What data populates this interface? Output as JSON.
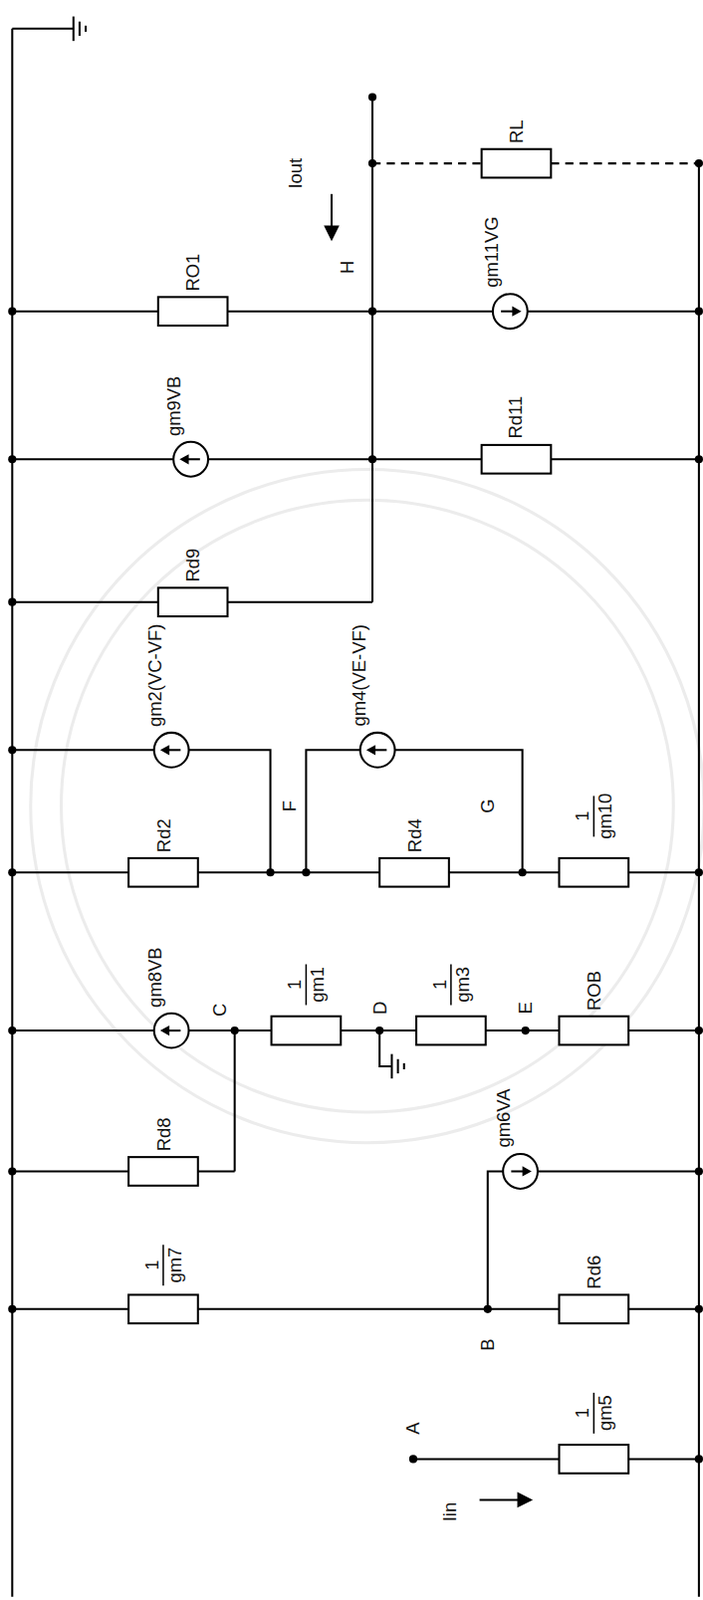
{
  "diagram": {
    "labels": [
      "Iout",
      "H",
      "RL",
      "RO1",
      "gm11VG",
      "gm9VB",
      "Rd11",
      "Rd9",
      "gm2(VC-VF)",
      "gm4(VE-VF)",
      "F",
      "Rd2",
      "Rd4",
      "G",
      "1",
      "gm10",
      "gm8VB",
      "C",
      "1",
      "gm1",
      "D",
      "1",
      "gm3",
      "E",
      "ROB",
      "Rd8",
      "gm6VA",
      "1",
      "gm7",
      "B",
      "Rd6",
      "A",
      "1",
      "gm5",
      "Iin"
    ]
  }
}
